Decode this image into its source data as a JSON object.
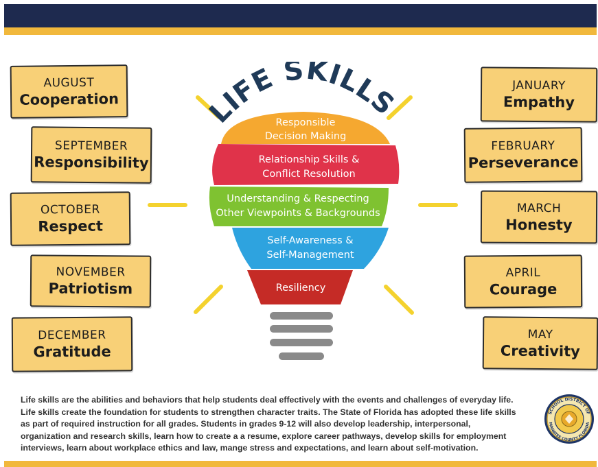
{
  "title": "LIFE SKILLS",
  "left_cards": [
    {
      "month": "AUGUST",
      "trait": "Cooperation"
    },
    {
      "month": "SEPTEMBER",
      "trait": "Responsibility"
    },
    {
      "month": "OCTOBER",
      "trait": "Respect"
    },
    {
      "month": "NOVEMBER",
      "trait": "Patriotism"
    },
    {
      "month": "DECEMBER",
      "trait": "Gratitude"
    }
  ],
  "right_cards": [
    {
      "month": "JANUARY",
      "trait": "Empathy"
    },
    {
      "month": "FEBRUARY",
      "trait": "Perseverance"
    },
    {
      "month": "MARCH",
      "trait": "Honesty"
    },
    {
      "month": "APRIL",
      "trait": "Courage"
    },
    {
      "month": "MAY",
      "trait": "Creativity"
    }
  ],
  "bulb_layers": [
    {
      "line1": "Responsible",
      "line2": "Decision Making",
      "color": "#f5a830"
    },
    {
      "line1": "Relationship Skills &",
      "line2": "Conflict Resolution",
      "color": "#e0334a"
    },
    {
      "line1": "Understanding & Respecting",
      "line2": "Other Viewpoints & Backgrounds",
      "color": "#7fc231"
    },
    {
      "line1": "Self-Awareness &",
      "line2": "Self-Management",
      "color": "#2ea3df"
    },
    {
      "line1": "Resiliency",
      "color": "#c52b26"
    }
  ],
  "footer": "Life skills are the abilities and behaviors that help students deal effectively with the events and challenges of everyday life. Life skills create the foundation for students to strengthen character traits. The State of Florida has adopted these life skills as part of required instruction for all grades. Students in grades 9-12 will also develop leadership, interpersonal, organization and research skills, learn how to create a a resume, explore career pathways, develop skills for employment interviews, learn about workplace ethics and law, mange stress and expectations, and learn about self-motivation.",
  "seal": {
    "top_text": "SCHOOL DISTRICT OF",
    "bottom_text": "MANATEE COUNTY FLORIDA"
  },
  "colors": {
    "navy": "#1e2a4f",
    "gold": "#f1b83c",
    "card": "#f8d077",
    "ray": "#f4d22e",
    "base": "#8a8a8a"
  }
}
